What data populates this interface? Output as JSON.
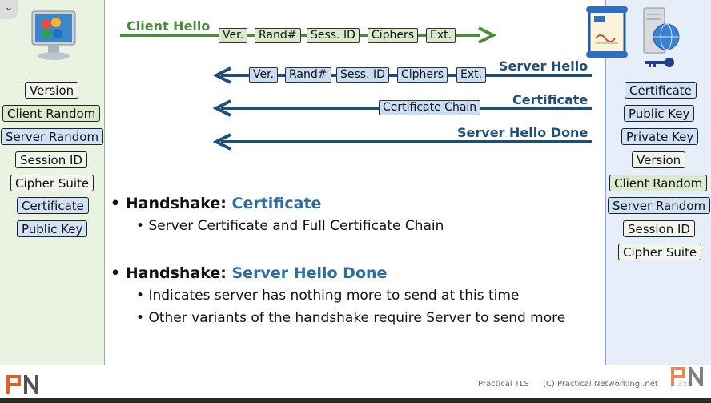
{
  "left_panel": {
    "chips": [
      "Version",
      "Client Random",
      "Server Random",
      "Session ID",
      "Cipher Suite",
      "Certificate",
      "Public Key"
    ]
  },
  "right_panel": {
    "chips": [
      "Certificate",
      "Public Key",
      "Private Key",
      "Version",
      "Client Random",
      "Server Random",
      "Session ID",
      "Cipher Suite"
    ]
  },
  "messages": {
    "client_hello": {
      "label": "Client Hello",
      "fields": [
        "Ver.",
        "Rand#",
        "Sess. ID",
        "Ciphers",
        "Ext."
      ]
    },
    "server_hello": {
      "label": "Server Hello",
      "fields": [
        "Ver.",
        "Rand#",
        "Sess. ID",
        "Ciphers",
        "Ext."
      ]
    },
    "certificate": {
      "label": "Certificate",
      "fields": [
        "Certificate Chain"
      ]
    },
    "server_hello_done": {
      "label": "Server Hello Done"
    }
  },
  "bullets": {
    "b1_prefix": "Handshake: ",
    "b1_accent": "Certificate",
    "b1_sub1": "Server Certificate and Full Certificate Chain",
    "b2_prefix": "Handshake: ",
    "b2_accent": "Server Hello Done",
    "b2_sub1": "Indicates server has nothing more to send at this time",
    "b2_sub2": "Other variants of the handshake require Server to send more"
  },
  "footer": {
    "course": "Practical TLS",
    "copyright": "(C) Practical Networking .net",
    "page_number": "356"
  },
  "colors": {
    "green": "#4c8a3c",
    "blue": "#1f4e79",
    "accent": "#2e6da4"
  },
  "icons": [
    "computer-icon",
    "certificate-scroll-icon",
    "server-globe-icon",
    "key-icon",
    "pn-logo-icon"
  ]
}
